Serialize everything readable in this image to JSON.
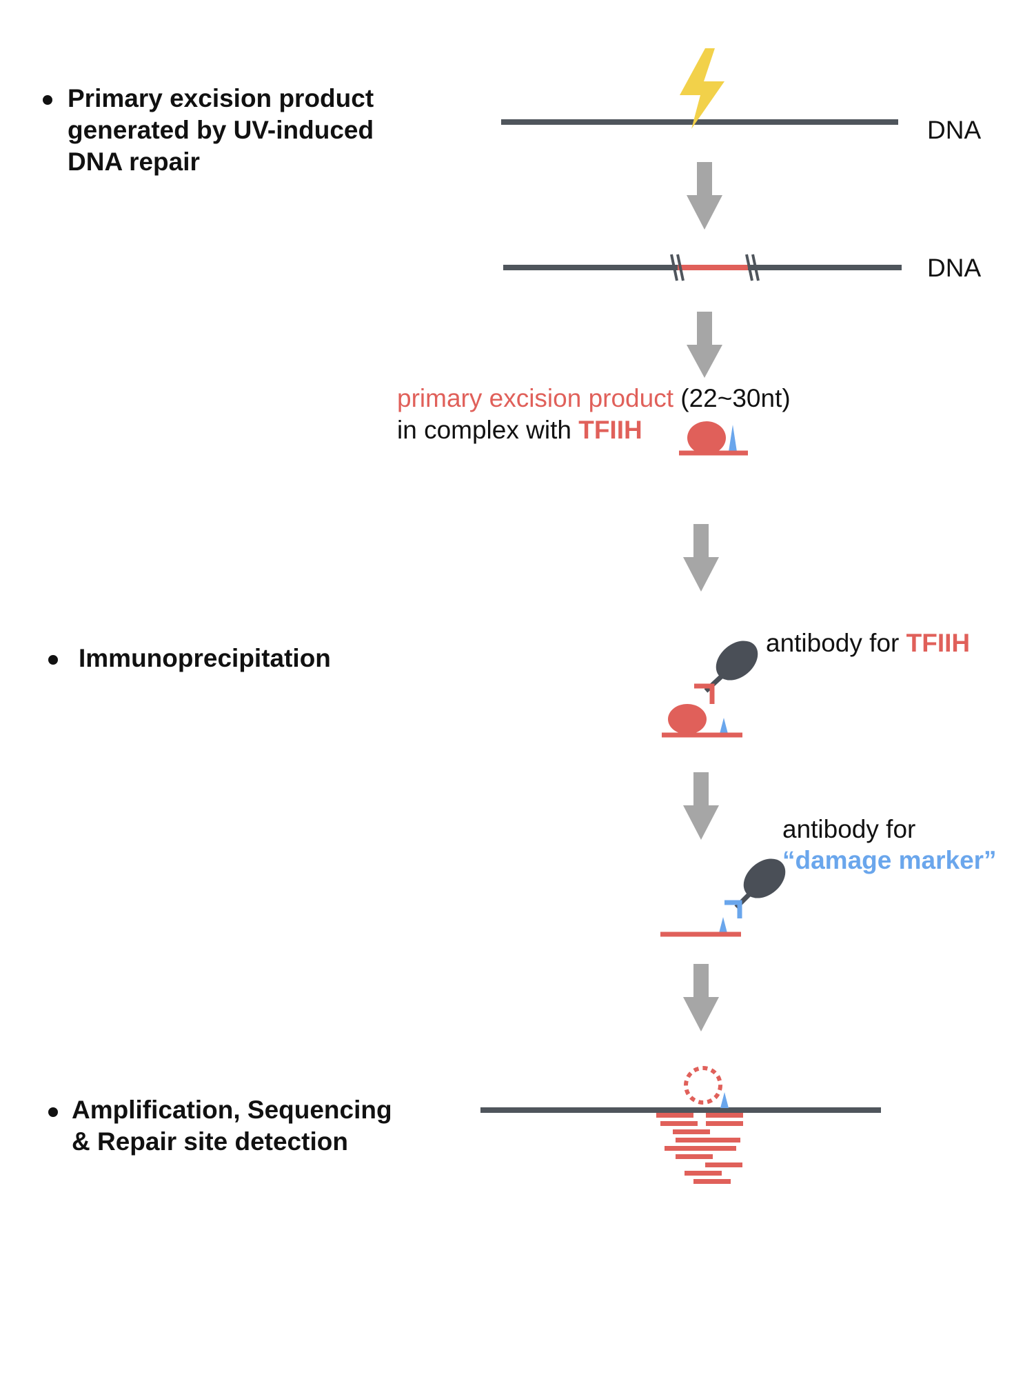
{
  "steps": {
    "step1": {
      "lines": [
        "Primary excision product",
        "generated by UV-induced",
        "DNA repair"
      ]
    },
    "step2": {
      "label": "Immunoprecipitation"
    },
    "step3": {
      "lines": [
        "Amplification, Sequencing",
        "& Repair site detection"
      ]
    }
  },
  "labels": {
    "dna_1": "DNA",
    "dna_2": "DNA",
    "excision_product": "primary excision product",
    "excision_size": "(22~30nt)",
    "in_complex_with": "in complex with",
    "tfiih_1": "TFIIH",
    "antibody_for_1": "antibody for",
    "tfiih_2": "TFIIH",
    "antibody_for_2": "antibody for",
    "damage_marker": "“damage marker”"
  },
  "colors": {
    "dna_strand": "#4f555c",
    "excision": "#e0605a",
    "damage": "#6aa6ec",
    "arrow": "#a6a6a6",
    "lightning": "#f2d14a",
    "antibody": "#4a4f57"
  },
  "icons": [
    "lightning-icon",
    "down-arrow-icon",
    "tfiih-protein-icon",
    "damage-marker-icon",
    "antibody-icon"
  ]
}
